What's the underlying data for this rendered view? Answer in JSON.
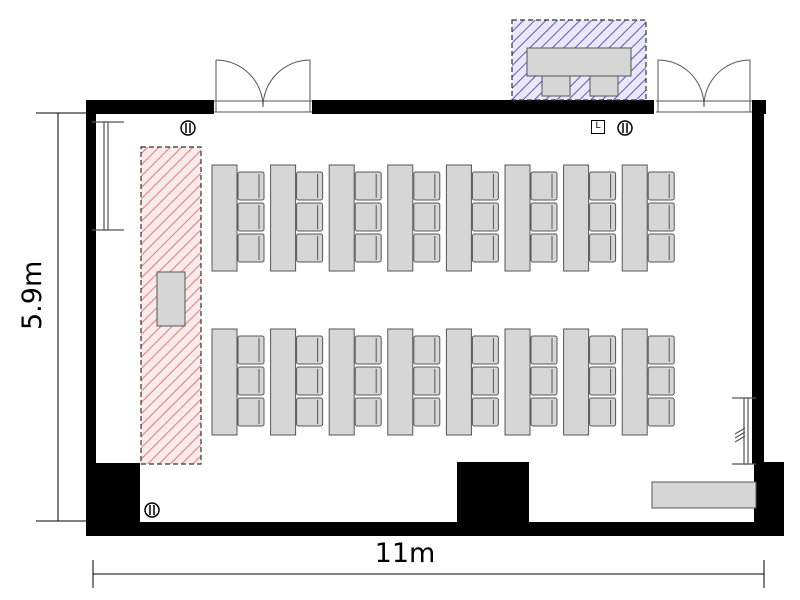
{
  "dimensions": {
    "width_label": "11m",
    "height_label": "5.9m"
  },
  "outlet_label": "L",
  "colors": {
    "wall": "#000000",
    "table_fill": "#d6d6d6",
    "table_stroke": "#555555",
    "stage_hatch": "#e07a7a",
    "equipment_hatch": "#5a5ac8"
  },
  "layout": {
    "table_groups": 2,
    "table_columns": 8,
    "chairs_per_table": 3
  },
  "icons": [
    "door-swing-icon",
    "power-outlet-icon",
    "lan-outlet-icon",
    "whiteboard-icon"
  ]
}
